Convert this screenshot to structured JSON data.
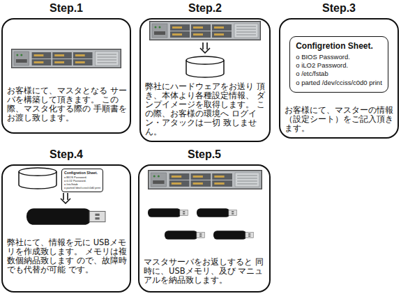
{
  "diagram": {
    "nodes": [
      {
        "text": [
          "Step.1",
          "お客様にて、マスタとなる サーバを構築して頂きます。 この際、マスタ化する際の 手順書をお渡し致します。"
        ]
      },
      {
        "text": [
          "Step.2",
          "弊社にハードウェアをお送り 頂き、本体より各種設定情報、 ダンプイメージを取得します。 この際、お客様の環境へ ログイン・アタックは一切 致しません。"
        ]
      },
      {
        "text": [
          "Step.3",
          "お客様にて、マスターの情報 （設定シート）をご記入頂き ます。"
        ]
      },
      {
        "text": [
          "Configretion Sheet.",
          "o BIOS Password.",
          "o iLO2 Password.",
          "o /etc/fstab",
          "o parted /dev/cciss/c0d0 print"
        ],
        "in": 2
      },
      {
        "text": [
          "Step.4",
          "弊社にて、情報を元に USBメモリを作成致します。 メモリは複数個納品致します ので、故障時でも代替が可能 です。"
        ]
      },
      {
        "text": [
          "Configretion Sheet.",
          "o BIOS Password.",
          "o iLO2 Password.",
          "o /etc/fstab",
          "o parted /dev/cciss/c0d0 print"
        ],
        "in": 4
      },
      {
        "text": [
          "Step.5",
          "マスタサーバをお返しすると 同時に、USBメモリ、及び マニュアルを納品致します。"
        ]
      }
    ]
  }
}
